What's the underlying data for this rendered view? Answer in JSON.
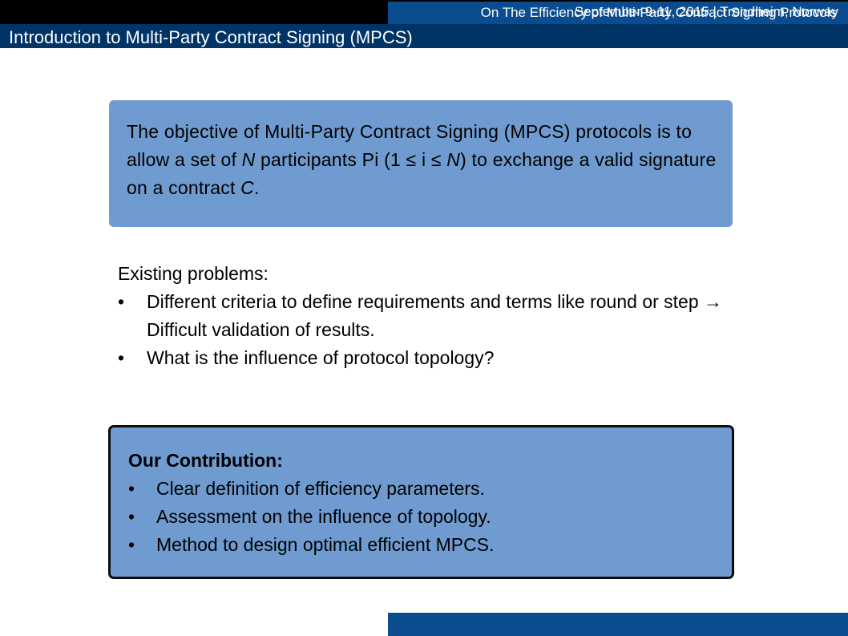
{
  "header": {
    "series_title": "On The Efficiency of Multi-Party Contract Signing Protocols",
    "slide_title": "Introduction to Multi-Party Contract Signing (MPCS)"
  },
  "objective": {
    "text_a": "The objective of Multi-Party Contract Signing (MPCS) protocols is to  allow a set of ",
    "var_n1": "N",
    "text_b": " participants Pi (1 ≤ i ≤ ",
    "var_n2": "N",
    "text_c": ") to exchange a valid signature on a contract ",
    "var_c": "C",
    "text_d": "."
  },
  "problems": {
    "heading": "Existing problems:",
    "bullet": "•",
    "items": [
      "Different criteria to define requirements and terms like round or step  →  Difficult validation of results.",
      "What is the influence of protocol topology?"
    ]
  },
  "contribution": {
    "heading": "Our Contribution:",
    "bullet": "•",
    "items": [
      "Clear definition of efficiency parameters.",
      "Assessment on the influence of topology.",
      "Method to design optimal efficient MPCS."
    ]
  },
  "footer": {
    "text": "September 9-11, 2015 | Trondheim, Norway"
  }
}
